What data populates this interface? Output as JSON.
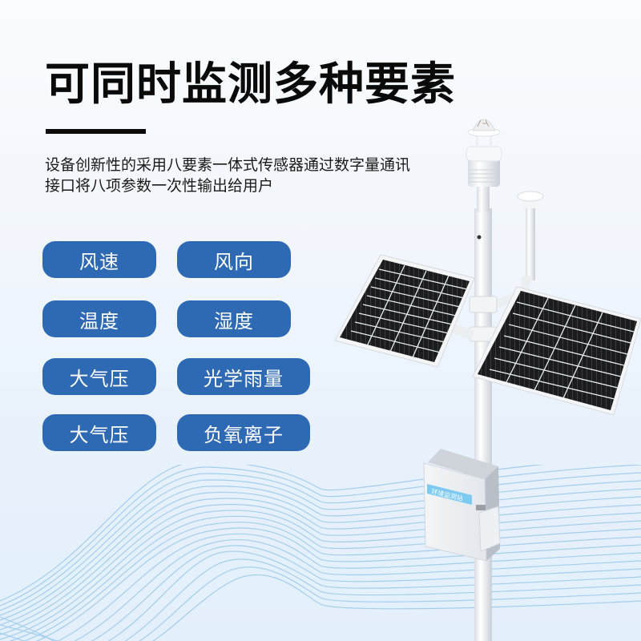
{
  "header": {
    "title": "可同时监测多种要素"
  },
  "description": {
    "line1": "设备创新性的采用八要素一体式传感器通过数字量通讯",
    "line2": "接口将八项参数一次性输出给用户"
  },
  "tags": [
    {
      "label": "风速"
    },
    {
      "label": "风向"
    },
    {
      "label": "温度"
    },
    {
      "label": "湿度"
    },
    {
      "label": "大气压"
    },
    {
      "label": "光学雨量"
    },
    {
      "label": "大气压"
    },
    {
      "label": "负氧离子"
    }
  ],
  "product": {
    "box_label": "环境监测站"
  },
  "colors": {
    "tag_background": "#2e69b3",
    "tag_text": "#ffffff",
    "title": "#0a0a0a",
    "wave_lines": "#9ccbeb",
    "box_label_background": "#7ccaf0"
  }
}
